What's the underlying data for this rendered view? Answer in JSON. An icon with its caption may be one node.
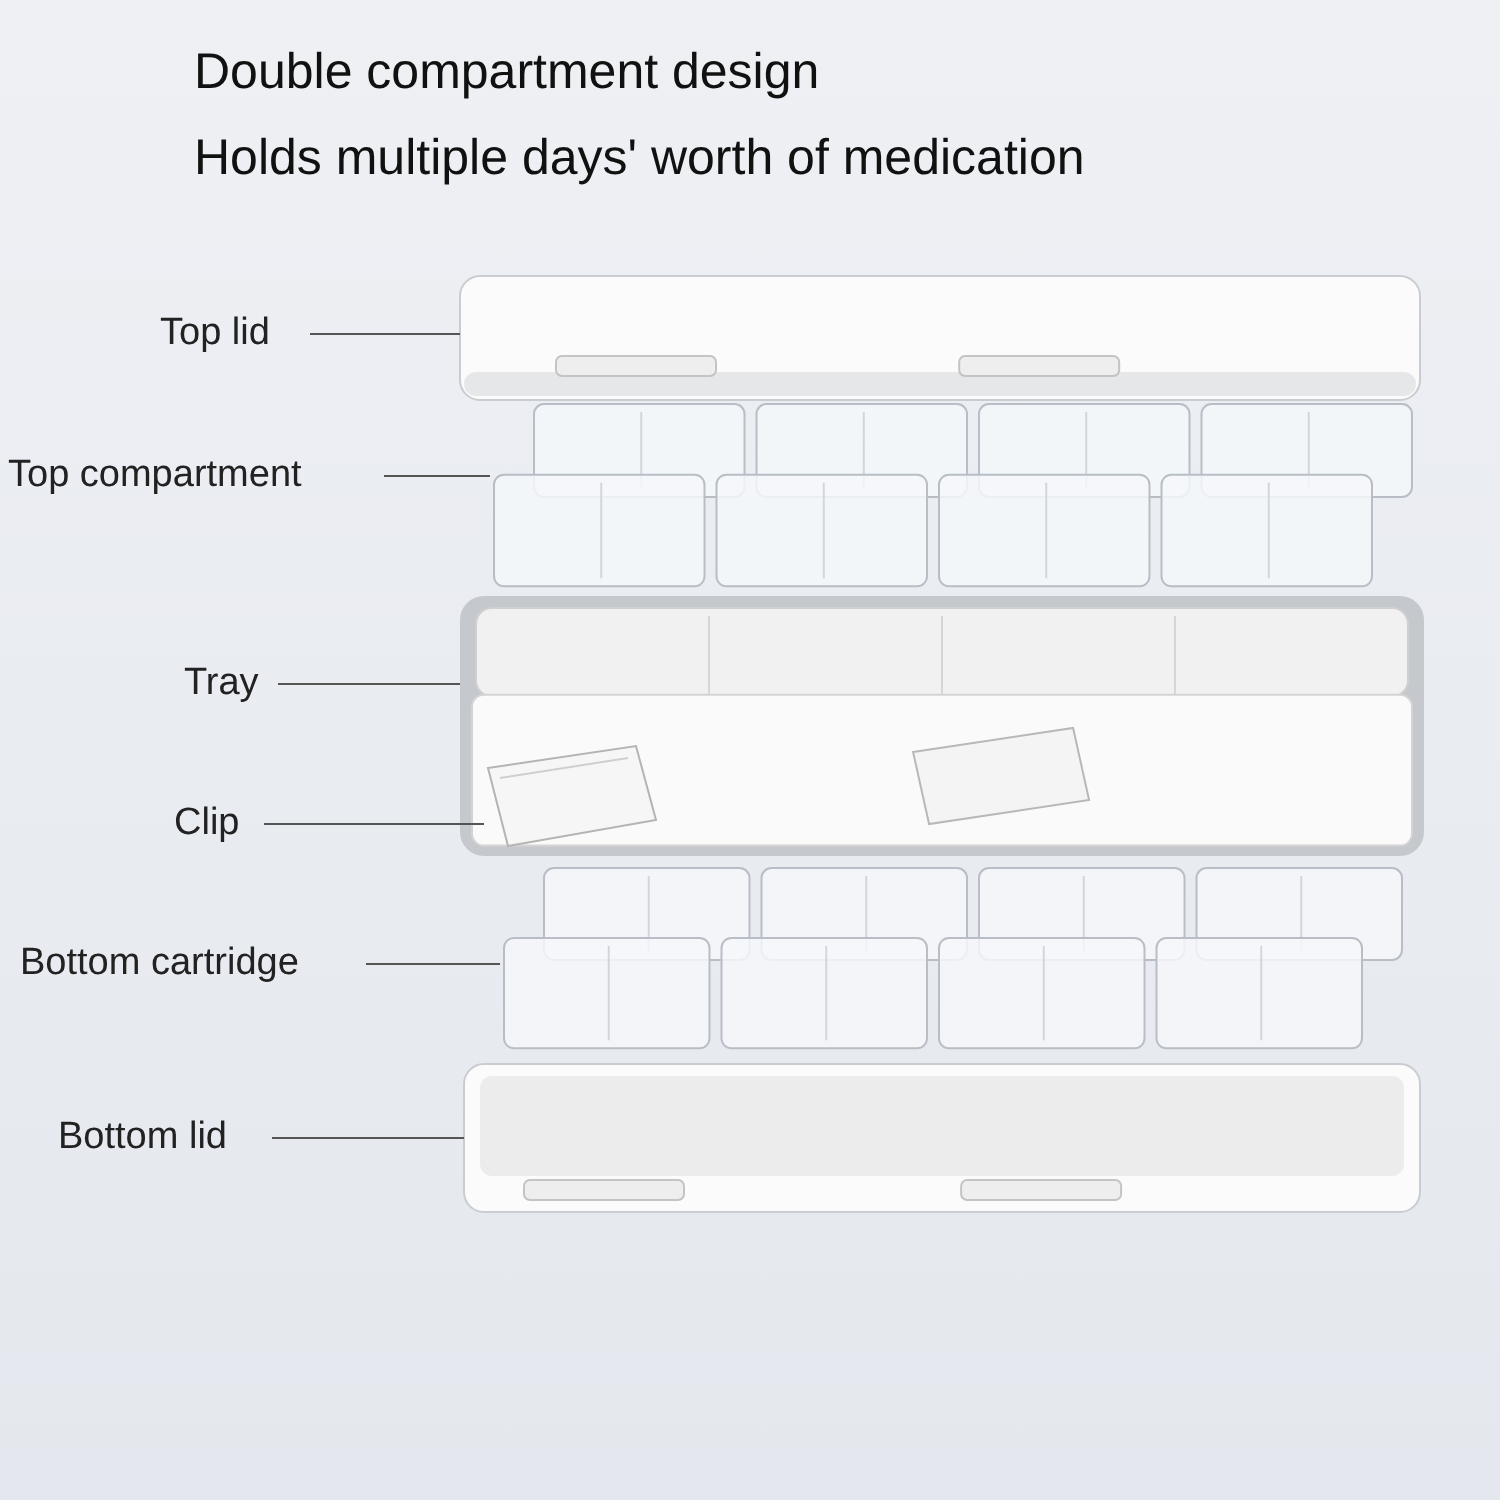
{
  "diagram": {
    "title": "Double compartment design",
    "nodes": [
      {
        "text": [
          "Top lid"
        ]
      },
      {
        "text": [],
        "shape": "picture"
      },
      {
        "text": [
          "Top compartment"
        ]
      },
      {
        "text": [],
        "shape": "picture"
      },
      {
        "text": [
          "Tray"
        ]
      },
      {
        "text": [],
        "shape": "picture"
      },
      {
        "text": [
          "Clip"
        ]
      },
      {
        "text": [],
        "shape": "picture",
        "in": 5
      },
      {
        "text": [
          "Bottom cartridge"
        ]
      },
      {
        "text": [],
        "shape": "picture"
      },
      {
        "text": [
          "Bottom lid"
        ]
      },
      {
        "text": [],
        "shape": "picture"
      }
    ],
    "edges": [
      {
        "from": 0,
        "to": 1,
        "arrow": "none"
      },
      {
        "from": 2,
        "to": 3,
        "arrow": "none"
      },
      {
        "from": 4,
        "to": 5,
        "arrow": "none"
      },
      {
        "from": 6,
        "to": 7,
        "arrow": "none"
      },
      {
        "from": 8,
        "to": 9,
        "arrow": "none"
      },
      {
        "from": 10,
        "to": 11,
        "arrow": "none"
      }
    ],
    "labels": [
      "Holds multiple days' worth of medication"
    ]
  }
}
